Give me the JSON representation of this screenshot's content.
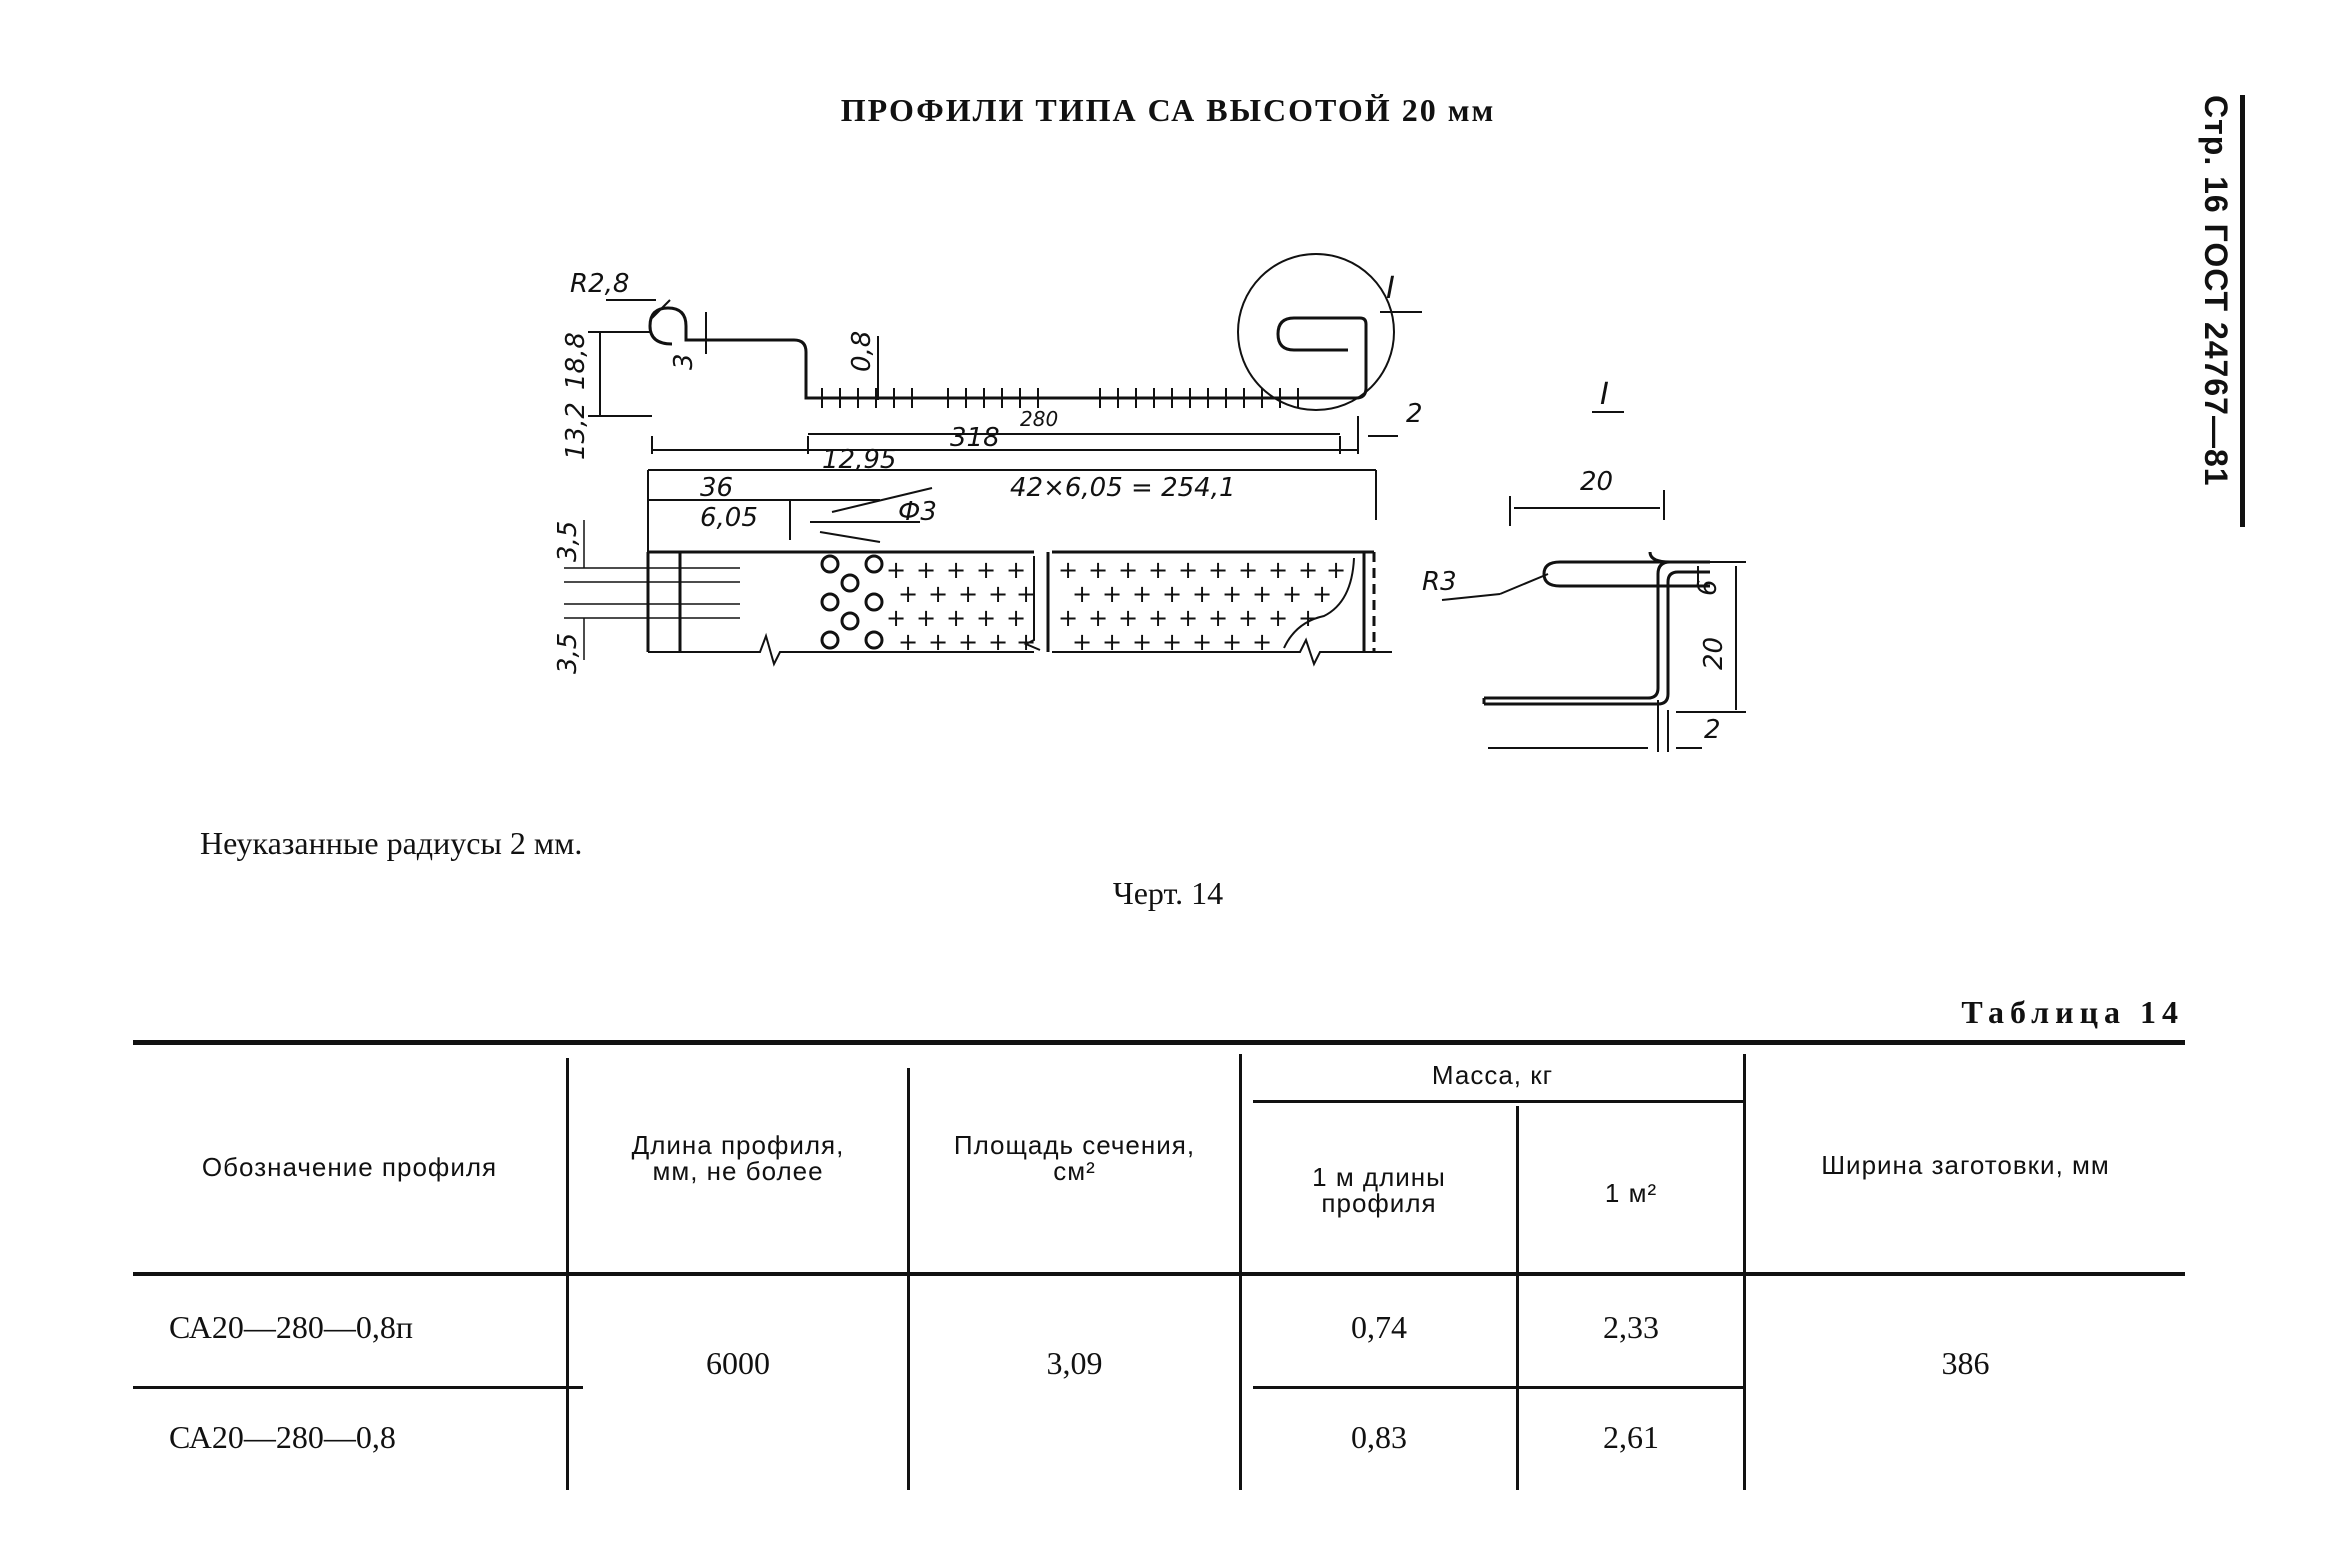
{
  "page": {
    "title": "ПРОФИЛИ ТИПА СА ВЫСОТОЙ 20 мм",
    "side_header": "Стр. 16 ГОСТ 24767—81"
  },
  "drawing": {
    "dimensions": {
      "r2_8": "R2,8",
      "d18_8": "18,8",
      "d13_2": "13,2",
      "d3": "3",
      "d0_8": "0,8",
      "d280": "280",
      "d318": "318",
      "d2": "2",
      "d12_95": "12,95",
      "d36": "36",
      "d42x": "42×6,05 = 254,1",
      "d6_05": "6,05",
      "phi3": "Ф3",
      "d3_5a": "3,5",
      "d3_5b": "3,5",
      "detail_ref": "I",
      "detail_title": "I",
      "det_20w": "20",
      "det_r3": "R3",
      "det_6": "6",
      "det_20h": "20",
      "det_2": "2"
    }
  },
  "note": "Неуказанные радиусы 2 мм.",
  "figure_caption": "Черт. 14",
  "table": {
    "caption": "Таблица 14",
    "headers": {
      "designation": "Обозначение профиля",
      "length_l1": "Длина профиля,",
      "length_l2": "мм, не более",
      "area_l1": "Площадь сечения,",
      "area_l2": "см²",
      "mass": "Масса, кг",
      "mass_per_m_l1": "1 м длины",
      "mass_per_m_l2": "профиля",
      "mass_per_m2": "1 м²",
      "blank_width": "Ширина заготовки, мм"
    },
    "rows": [
      {
        "designation": "СА20—280—0,8п",
        "mass_per_m": "0,74",
        "mass_per_m2": "2,33"
      },
      {
        "designation": "СА20—280—0,8",
        "mass_per_m": "0,83",
        "mass_per_m2": "2,61"
      }
    ],
    "shared": {
      "length": "6000",
      "area": "3,09",
      "blank_width": "386"
    }
  }
}
